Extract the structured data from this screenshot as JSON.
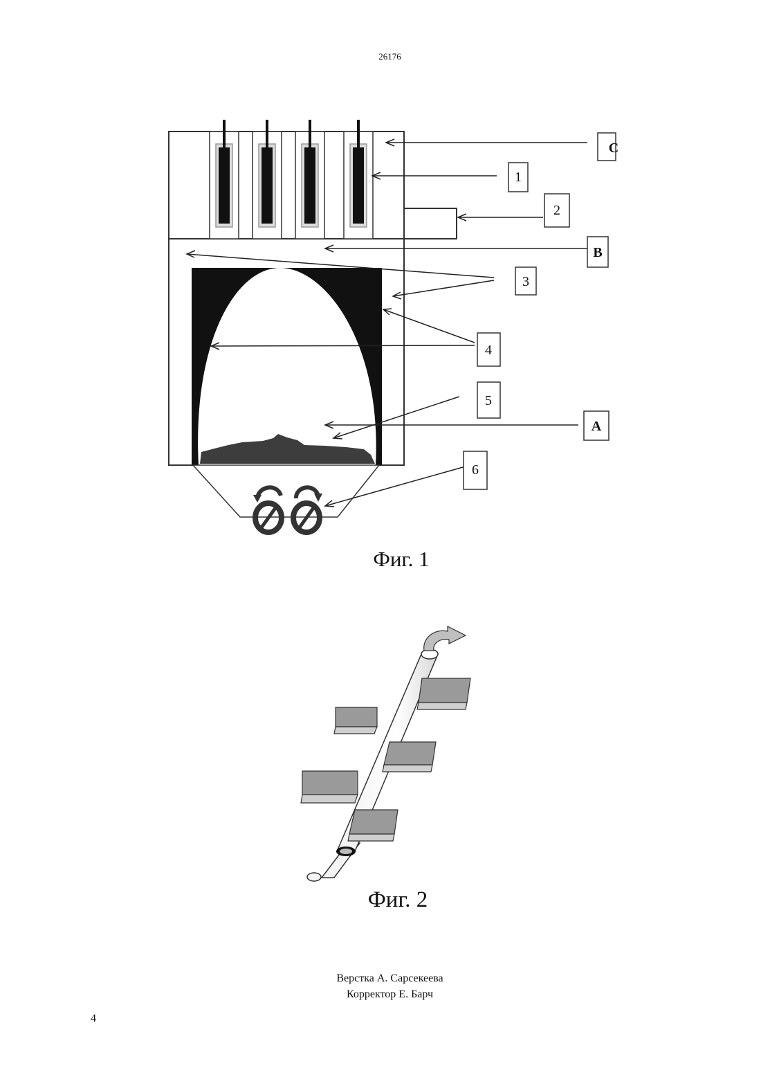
{
  "header": {
    "document_number": "26176"
  },
  "figure1": {
    "caption": "Фиг. 1",
    "labels": {
      "C": "C",
      "n1": "1",
      "n2": "2",
      "B": "B",
      "n3": "3",
      "n4": "4",
      "n5": "5",
      "A": "A",
      "n6": "6"
    }
  },
  "figure2": {
    "caption": "Фиг. 2"
  },
  "footer": {
    "layout_credit": "Верстка А. Сарсекеева",
    "proofreader_credit": "Корректор Е. Барч",
    "page_number": "4"
  }
}
